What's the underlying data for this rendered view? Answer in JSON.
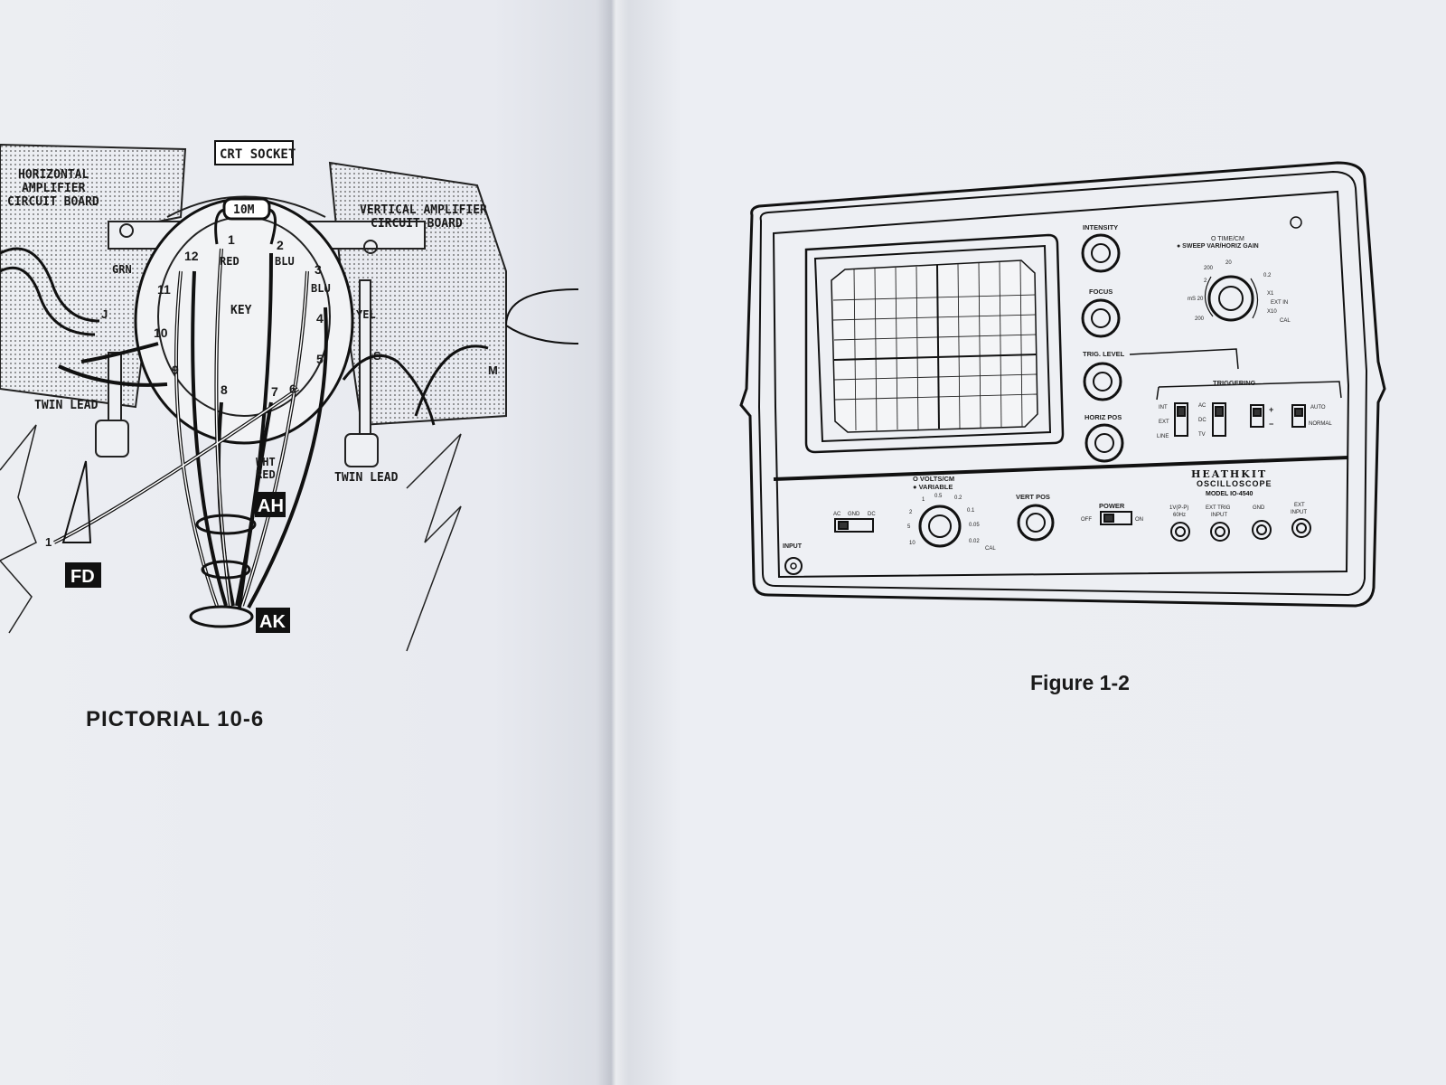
{
  "left_page": {
    "caption": "PICTORIAL 10-6",
    "labels": {
      "horizontal_board": [
        "HORIZONTAL",
        "AMPLIFIER",
        "CIRCUIT BOARD"
      ],
      "crt_socket": "CRT SOCKET",
      "vertical_board": [
        "VERTICAL AMPLIFIER",
        "CIRCUIT BOARD"
      ],
      "resistor": "10M",
      "twin_lead_left": "TWIN LEAD",
      "twin_lead_right": "TWIN LEAD",
      "key": "KEY",
      "pins": [
        "1",
        "2",
        "3",
        "4",
        "5",
        "6",
        "7",
        "8",
        "9",
        "10",
        "11",
        "12"
      ],
      "wires": {
        "red": "RED",
        "blu_top": "BLU",
        "blu": "BLU",
        "grn": "GRN",
        "yel": "YEL",
        "wht": "WHT",
        "red2": "RED"
      },
      "lugs": {
        "j": "J",
        "s": "S",
        "m": "M",
        "one": "1"
      },
      "tags": {
        "ah": "AH",
        "fd": "FD",
        "ak": "AK"
      }
    }
  },
  "right_page": {
    "caption": "Figure 1-2",
    "oscilloscope": {
      "brand": "HEATHKIT",
      "product": "OSCILLOSCOPE",
      "model": "MODEL IO-4540",
      "controls": {
        "intensity": "INTENSITY",
        "focus": "FOCUS",
        "trig_level": "TRIG. LEVEL",
        "horiz_pos": "HORIZ POS",
        "vert_pos": "VERT POS",
        "power": "POWER",
        "power_off": "OFF",
        "power_on": "ON",
        "input": "INPUT",
        "time_cm": "O TIME/CM",
        "sweep_var": "● SWEEP VAR/HORIZ GAIN",
        "volts_cm": "O VOLTS/CM",
        "variable": "● VARIABLE",
        "triggering": "TRIGGERING",
        "coupling": [
          "AC",
          "GND",
          "DC"
        ],
        "trig_source": [
          "INT",
          "EXT",
          "LINE"
        ],
        "trig_coupling": [
          "AC",
          "DC",
          "TV"
        ],
        "slope": [
          "+",
          "−"
        ],
        "trig_mode": [
          "AUTO",
          "NORMAL"
        ],
        "jack_vpp": [
          "1V(P-P)",
          "60Hz"
        ],
        "jack_ext_trig": [
          "EXT TRIG",
          "INPUT"
        ],
        "jack_gnd": "GND",
        "jack_ext": [
          "EXT",
          "INPUT"
        ],
        "time_dial": [
          "200",
          "20",
          "2",
          "mS 20",
          "200",
          "0.2",
          "X1",
          "EXT IN",
          "X10",
          "CAL"
        ],
        "volts_dial": [
          "0.5",
          "0.2",
          "1",
          "2",
          "5",
          "10",
          "0.1",
          "0.05",
          "0.02",
          "CAL"
        ]
      }
    }
  }
}
